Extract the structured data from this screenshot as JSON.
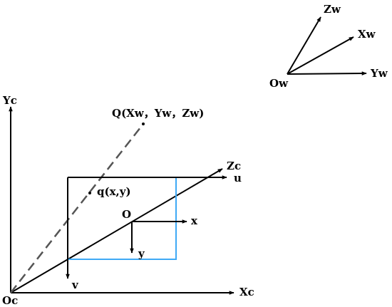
{
  "colors": {
    "ink": "#000000",
    "image_frame": "#3fa9f5",
    "background": "#ffffff"
  },
  "world_frame": {
    "origin_label": "Ow",
    "x_axis_label": "Xw",
    "y_axis_label": "Yw",
    "z_axis_label": "Zw"
  },
  "camera_frame": {
    "origin_label": "Oc",
    "x_axis_label": "Xc",
    "y_axis_label": "Yc",
    "z_axis_label": "Zc"
  },
  "pixel_frame": {
    "u_label": "u",
    "v_label": "v"
  },
  "image_frame": {
    "origin_label": "O",
    "x_label": "x",
    "y_label": "y"
  },
  "points": {
    "world_point_label": "Q(Xw，Yw，Zw)",
    "image_point_label": "q(x,y)"
  }
}
